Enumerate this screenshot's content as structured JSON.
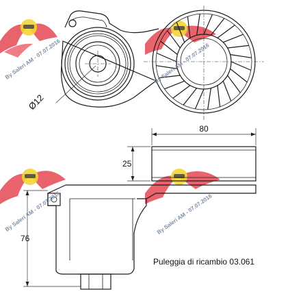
{
  "dimensions": {
    "diameter": "Ø12",
    "width": "80",
    "pulley_height": "25",
    "body_height": "76"
  },
  "caption": "Puleggia di ricambio 03.061",
  "watermark": {
    "text": "By Saleri AM - 07.07.2016",
    "wing_color": "#e2323f",
    "badge_color": "#f2d21e"
  }
}
